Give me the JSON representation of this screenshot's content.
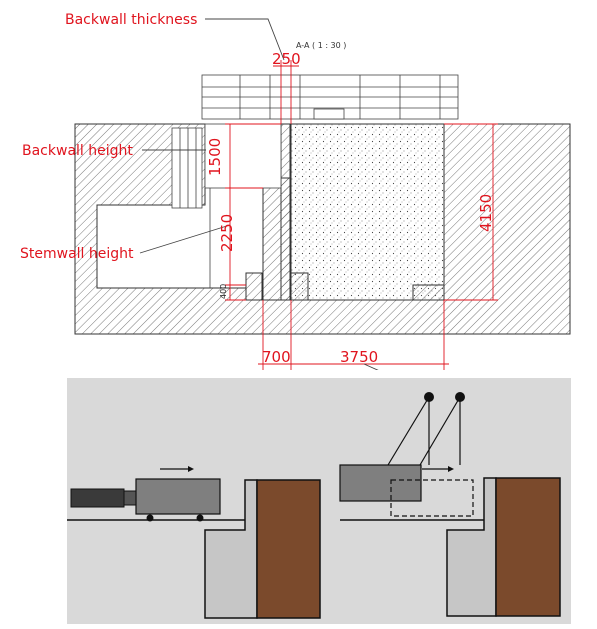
{
  "drawing": {
    "section_title": "A-A ( 1 : 30 )",
    "labels": {
      "backwall_thickness": "Backwall thickness",
      "backwall_height": "Backwall height",
      "stemwall_height": "Stemwall height"
    },
    "dimensions": {
      "thickness": "250",
      "backwall_h": "1500",
      "stemwall_h": "2250",
      "footing_h": "400",
      "total_h": "4150",
      "heel": "700",
      "width": "3750"
    }
  },
  "colors": {
    "annotation": "#e0141e",
    "panel_bg": "#d9d9d9",
    "soil": "#7b4a2c",
    "wall_light": "#c6c6c6",
    "machine": "#7f7f7f",
    "motor": "#3a3a3a"
  }
}
